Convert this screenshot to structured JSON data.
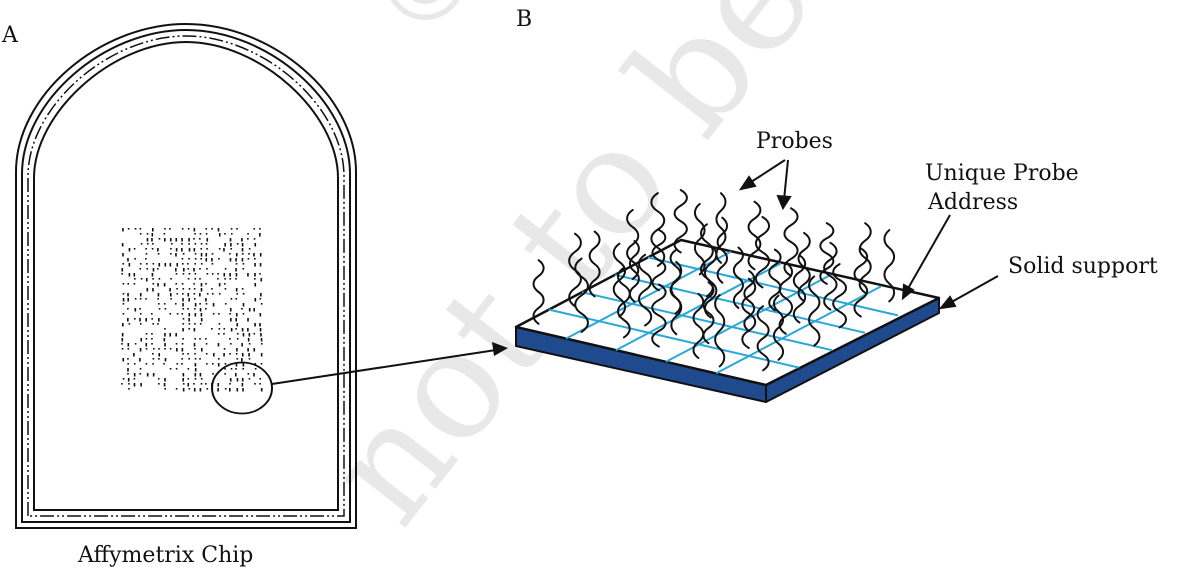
{
  "panels": {
    "a": "A",
    "b": "B"
  },
  "labels": {
    "chip_caption": "Affymetrix Chip",
    "probes": "Probes",
    "unique_probe_line1": "Unique Probe",
    "unique_probe_line2": "Address",
    "solid_support": "Solid support"
  },
  "watermark": {
    "copyright": "©",
    "text": "not to be"
  },
  "colors": {
    "stroke": "#111111",
    "grid": "#29a7d9",
    "support_blue": "#1f4b8e",
    "watermark": "#e8e8e8"
  }
}
